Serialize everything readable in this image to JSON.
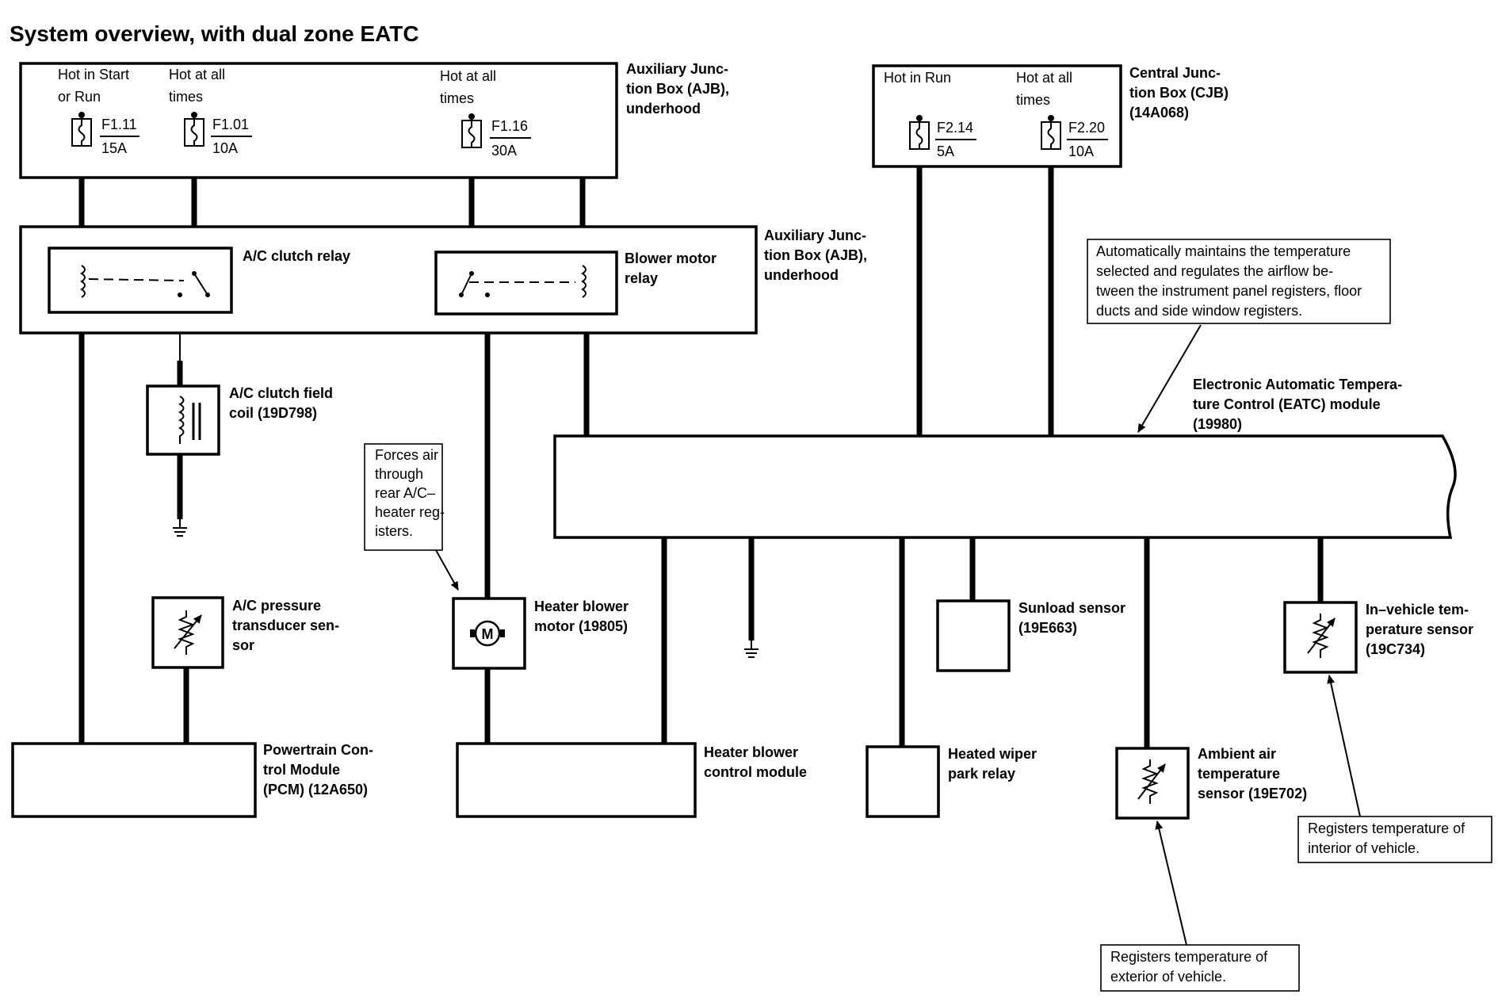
{
  "title": "System overview, with dual zone EATC",
  "ajb_top": {
    "label": [
      "Auxiliary Junc-",
      "tion Box (AJB),",
      "underhood"
    ],
    "feed1": [
      "Hot in Start",
      "or Run"
    ],
    "feed2": [
      "Hot at all",
      "times"
    ],
    "feed3": [
      "Hot at all",
      "times"
    ],
    "fuses": [
      {
        "id": "F1.11",
        "rating": "15A"
      },
      {
        "id": "F1.01",
        "rating": "10A"
      },
      {
        "id": "F1.16",
        "rating": "30A"
      }
    ]
  },
  "cjb": {
    "label": [
      "Central Junc-",
      "tion Box (CJB)",
      "(14A068)"
    ],
    "feed1": [
      "Hot in Run"
    ],
    "feed2": [
      "Hot at all",
      "times"
    ],
    "fuses": [
      {
        "id": "F2.14",
        "rating": "5A"
      },
      {
        "id": "F2.20",
        "rating": "10A"
      }
    ]
  },
  "ajb_relays": {
    "label": [
      "Auxiliary Junc-",
      "tion Box (AJB),",
      "underhood"
    ],
    "ac_clutch_relay": "A/C clutch relay",
    "blower_motor_relay": [
      "Blower motor",
      "relay"
    ]
  },
  "components": {
    "ac_clutch_field_coil": [
      "A/C clutch field",
      "coil (19D798)"
    ],
    "ac_pressure_transducer": [
      "A/C pressure",
      "transducer sen-",
      "sor"
    ],
    "heater_blower_motor": [
      "Heater blower",
      "motor (19805)"
    ],
    "pcm": [
      "Powertrain Con-",
      "trol Module",
      "(PCM) (12A650)"
    ],
    "heater_blower_control_module": [
      "Heater blower",
      "control module"
    ],
    "heated_wiper_park_relay": [
      "Heated wiper",
      "park relay"
    ],
    "sunload_sensor": [
      "Sunload sensor",
      "(19E663)"
    ],
    "ambient_air_temp_sensor": [
      "Ambient air",
      "temperature",
      "sensor (19E702)"
    ],
    "in_vehicle_temp_sensor": [
      "In–vehicle tem-",
      "perature sensor",
      "(19C734)"
    ],
    "eatc_module": [
      "Electronic Automatic Tempera-",
      "ture Control (EATC) module",
      "(19980)"
    ]
  },
  "callouts": {
    "eatc": [
      "Automatically maintains the temperature",
      "selected and regulates the airflow be-",
      "tween the instrument panel registers, floor",
      "ducts and side window registers."
    ],
    "forces_air": [
      "Forces air",
      "through",
      "rear A/C–",
      "heater reg-",
      "isters."
    ],
    "interior": [
      "Registers temperature of",
      "interior of vehicle."
    ],
    "exterior": [
      "Registers temperature of",
      "exterior of vehicle."
    ]
  }
}
